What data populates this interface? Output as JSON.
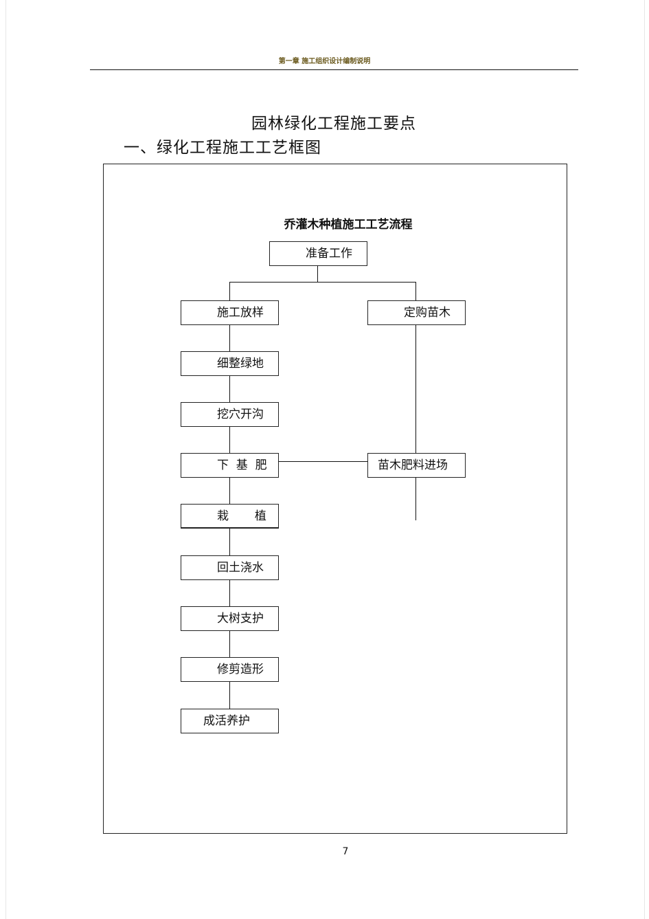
{
  "header": {
    "chapter_title": "第一章    施工组织设计编制说明"
  },
  "document": {
    "title": "园林绿化工程施工要点",
    "section_heading": "一、绿化工程施工工艺框图"
  },
  "flowchart": {
    "title": "乔灌木种植施工工艺流程",
    "nodes": {
      "prepare": "准备工作",
      "layout": "施工放样",
      "purchase": "定购苗木",
      "grading": "细整绿地",
      "digging": "挖穴开沟",
      "base_fertilizer": "下  基  肥",
      "delivery": "苗木肥料进场",
      "planting": "栽       植",
      "backfill": "回土浇水",
      "support": "大树支护",
      "pruning": "修剪造形",
      "maintenance": "成活养护"
    }
  },
  "footer": {
    "page_number": "7"
  }
}
